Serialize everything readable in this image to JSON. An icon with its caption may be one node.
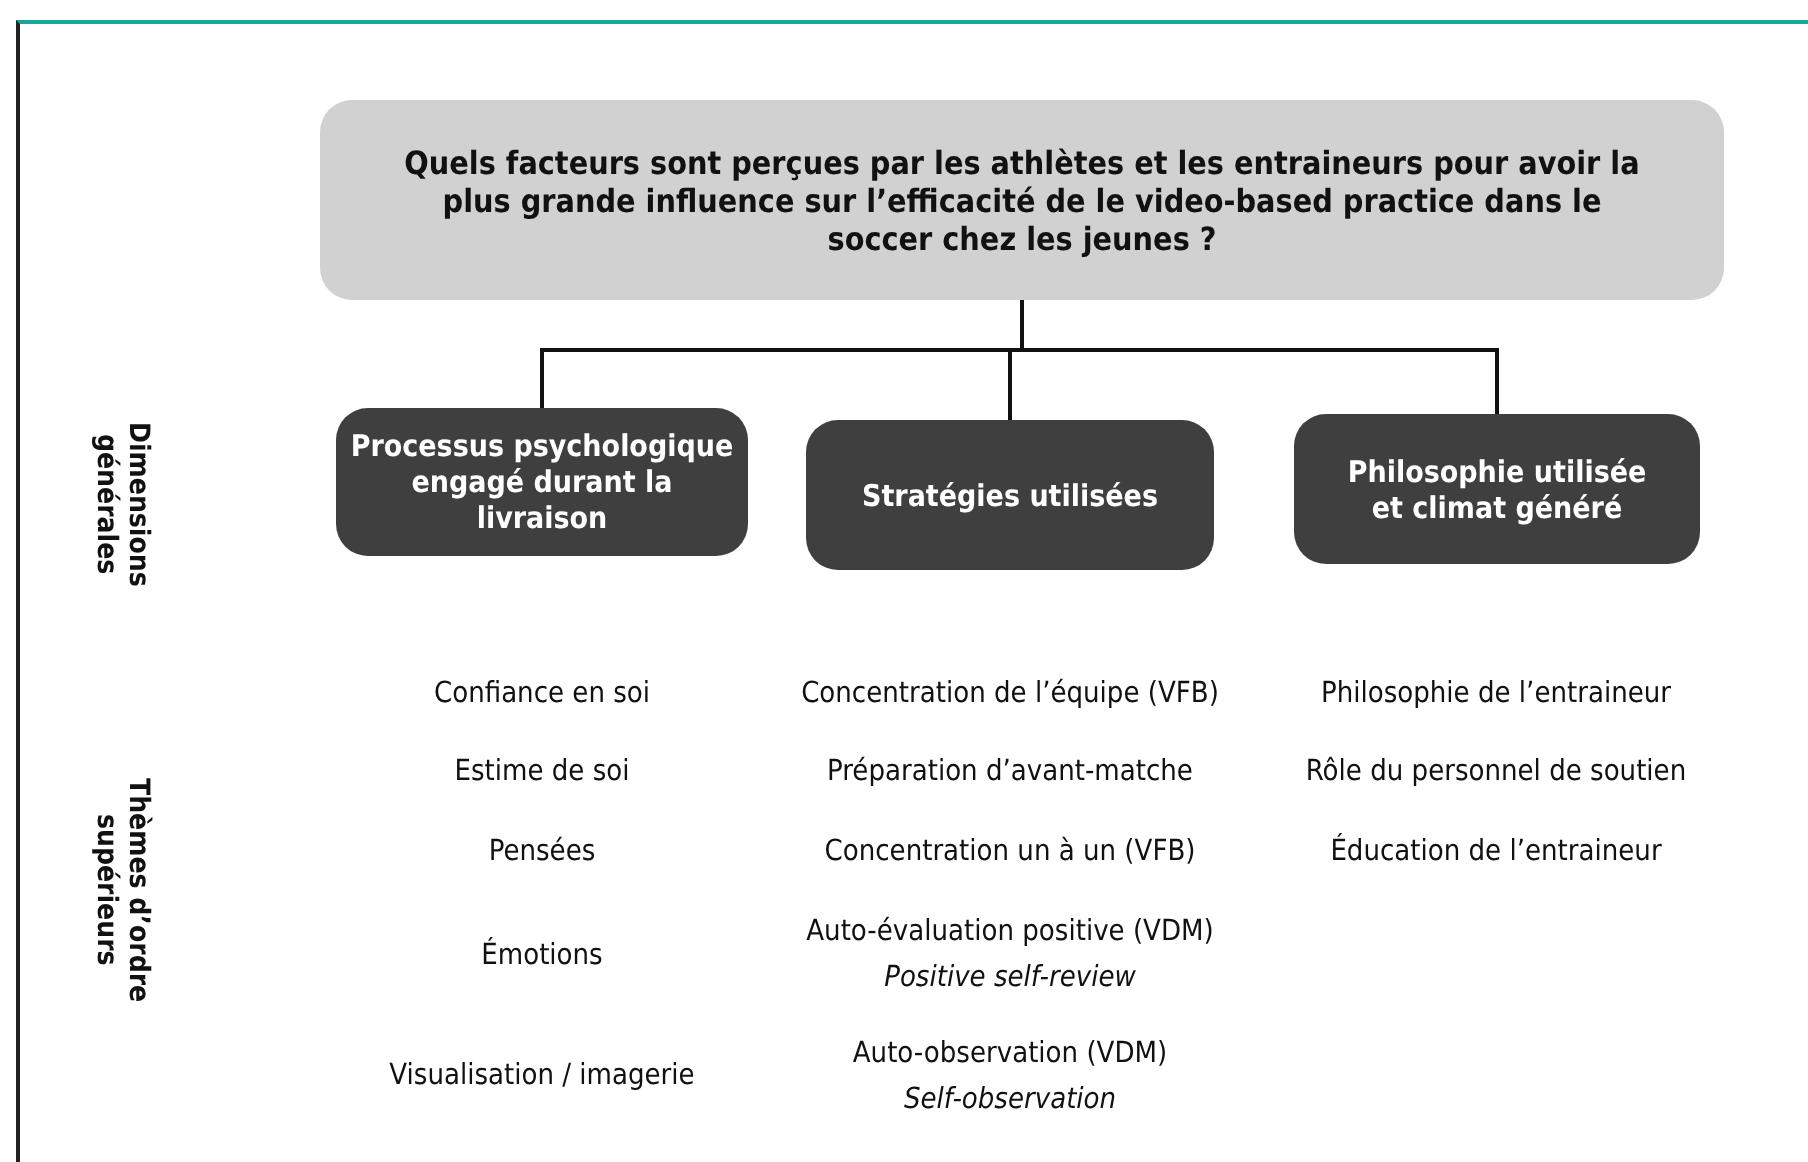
{
  "diagram": {
    "nodes": [
      {
        "text": [
          "Quels facteurs sont perçues par les athlètes et les entraineurs pour avoir la plus grande influence sur l’efficacité de le video-based practice dans le soccer chez les jeunes ?"
        ]
      },
      {
        "text": [
          "Processus psychologique engagé durant la livraison"
        ]
      },
      {
        "text": [
          "Stratégies utilisées"
        ]
      },
      {
        "text": [
          "Philosophie utilisée et climat généré"
        ]
      }
    ],
    "edges": [
      {
        "from": 0,
        "to": 1,
        "arrow": "none"
      },
      {
        "from": 0,
        "to": 2,
        "arrow": "none"
      },
      {
        "from": 0,
        "to": 3,
        "arrow": "none"
      }
    ],
    "labels": [
      "Dimensions générales",
      "Thèmes d’ordre supérieurs",
      "Confiance en soi",
      "Concentration de l’équipe (VFB)",
      "Philosophie de l’entraineur",
      "Estime de soi",
      "Préparation d’avant-matche",
      "Rôle du personnel de soutien",
      "Pensées",
      "Concentration un à un (VFB)",
      "Éducation de l’entraineur",
      "Émotions",
      "Auto-évaluation positive (VDM)",
      "Positive self-review",
      "Visualisation / imagerie",
      "Auto-observation (VDM)",
      "Self-observation"
    ]
  }
}
